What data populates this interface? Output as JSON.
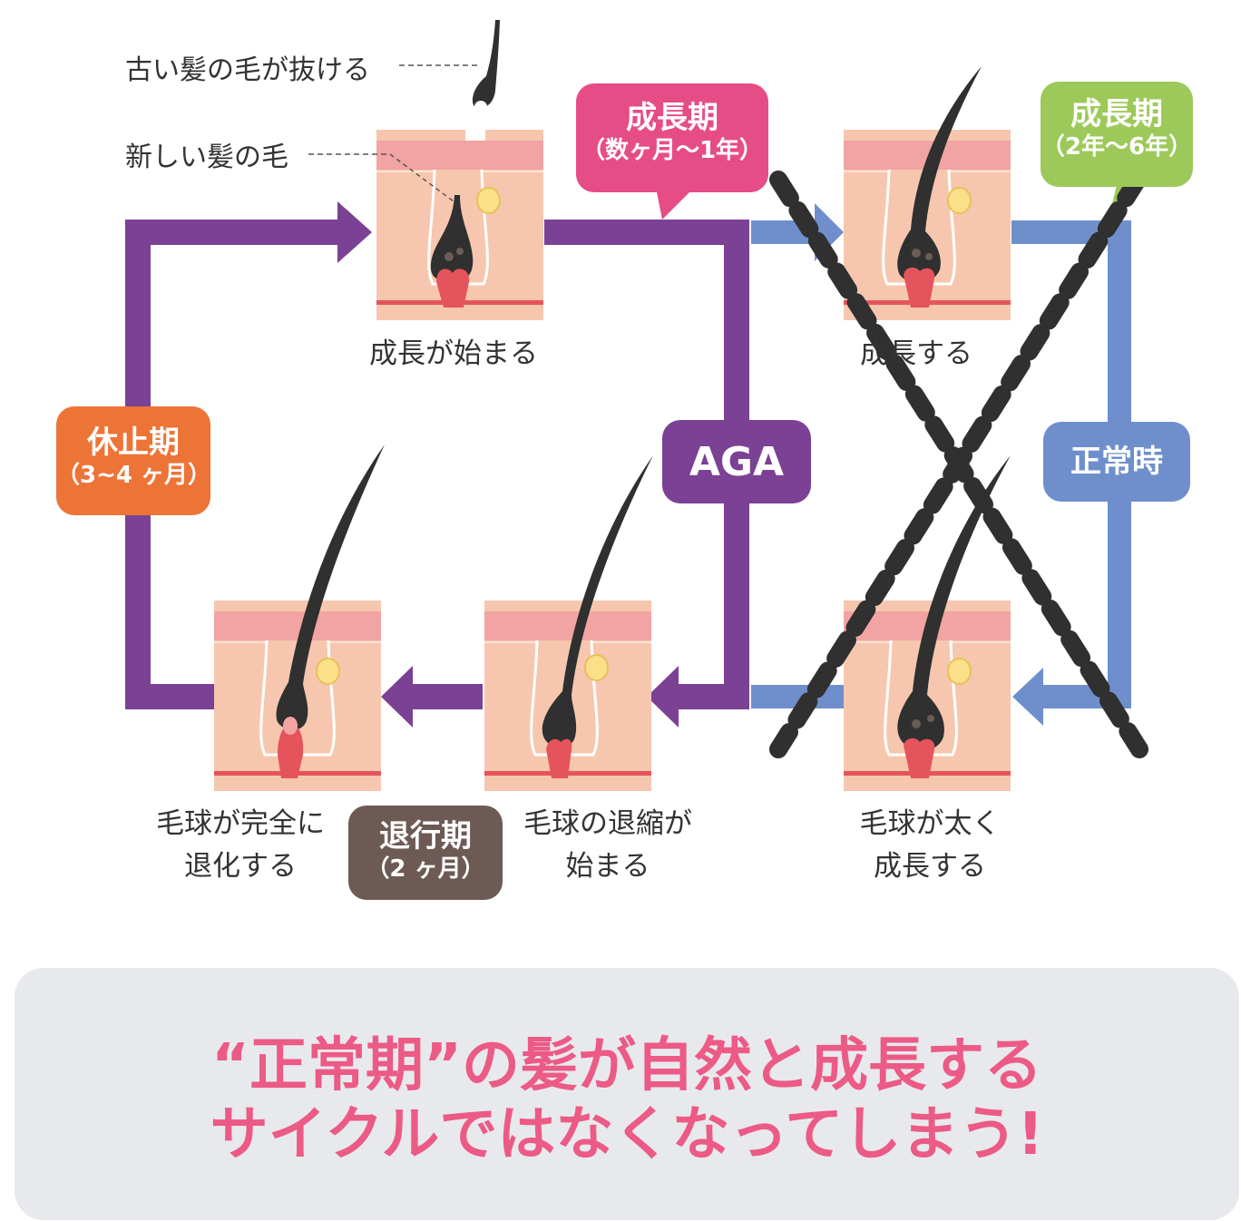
{
  "callouts": {
    "old_hair": "古い髪の毛が抜ける",
    "new_hair": "新しい髪の毛"
  },
  "stage_labels": {
    "growth_start": "成長が始まる",
    "grows": "成長する",
    "bulb_grows": [
      "毛球が太く",
      "成長する"
    ],
    "shrink_start": [
      "毛球の退縮が",
      "始まる"
    ],
    "fully_regressed": [
      "毛球が完全に",
      "退化する"
    ]
  },
  "badges": {
    "growth_aga": {
      "title": "成長期",
      "sub": "（数ヶ月〜1年）",
      "color": "#e64d86"
    },
    "growth_normal": {
      "title": "成長期",
      "sub": "（2年〜6年）",
      "color": "#9dc95a"
    },
    "rest": {
      "title": "休止期",
      "sub": "（3~4 ヶ月）",
      "color": "#ed7437"
    },
    "regression": {
      "title": "退行期",
      "sub": "（2 ヶ月）",
      "color": "#6e5a55"
    },
    "aga": {
      "title": "AGA",
      "color": "#7b4194"
    },
    "normal": {
      "title": "正常時",
      "color": "#6f8fcc"
    }
  },
  "colors": {
    "aga_path": "#7b4194",
    "normal_path": "#6f8fcc",
    "skin_top": "#f2a3a3",
    "skin_body": "#f6c7ae",
    "hair": "#2f302f"
  },
  "bottom_message": {
    "line1": "“正常期”の髪が自然と成長する",
    "line2": "サイクルではなくなってしまう!"
  }
}
